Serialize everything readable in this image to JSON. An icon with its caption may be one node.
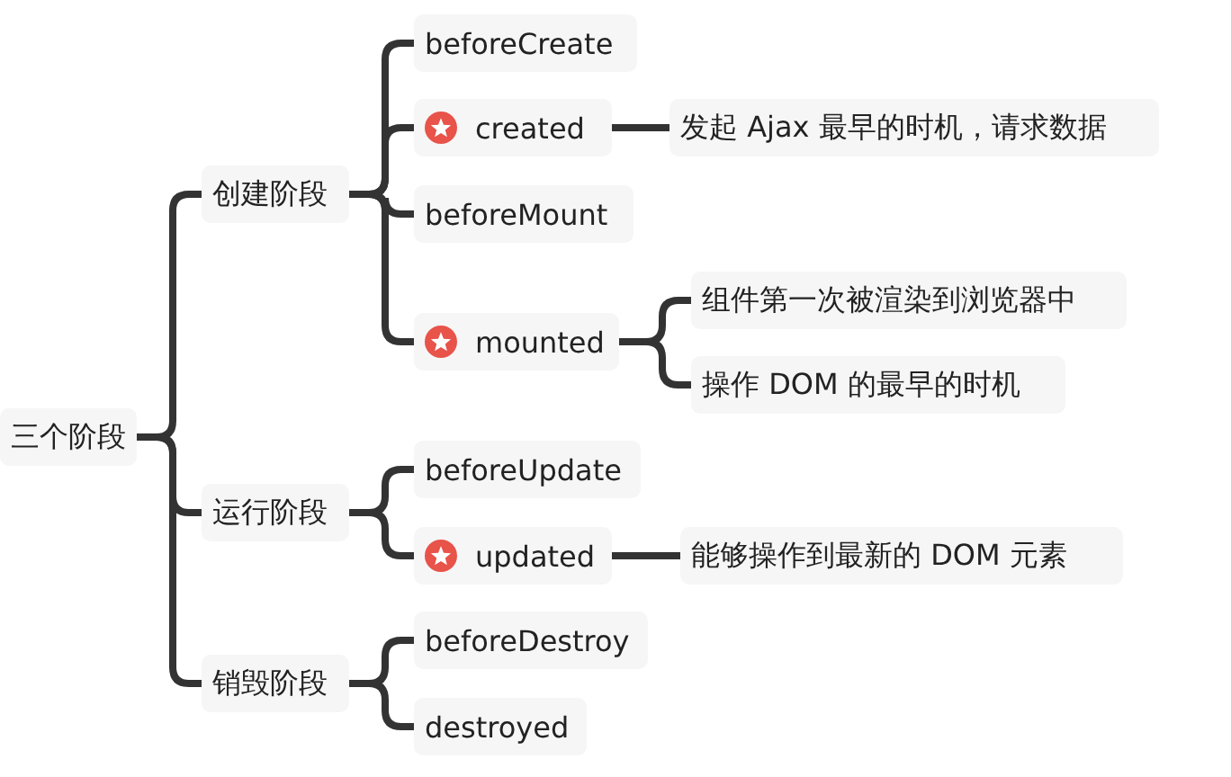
{
  "diagram": {
    "nodes": [
      {
        "text": [
          "三个阶段"
        ]
      },
      {
        "text": [
          "创建阶段"
        ]
      },
      {
        "text": [
          "运行阶段"
        ]
      },
      {
        "text": [
          "销毁阶段"
        ]
      },
      {
        "text": [
          "beforeCreate"
        ]
      },
      {
        "text": [
          "created"
        ]
      },
      {
        "text": [
          "beforeMount"
        ]
      },
      {
        "text": [
          "mounted"
        ]
      },
      {
        "text": [
          "beforeUpdate"
        ]
      },
      {
        "text": [
          "updated"
        ]
      },
      {
        "text": [
          "beforeDestroy"
        ]
      },
      {
        "text": [
          "destroyed"
        ]
      },
      {
        "text": [
          "发起 Ajax 最早的时机，请求数据"
        ]
      },
      {
        "text": [
          "组件第一次被渲染到浏览器中"
        ]
      },
      {
        "text": [
          "操作 DOM 的最早的时机"
        ]
      },
      {
        "text": [
          "能够操作到最新的 DOM 元素"
        ]
      }
    ],
    "edges": [
      {
        "from": 0,
        "to": 1,
        "arrow": "none"
      },
      {
        "from": 0,
        "to": 2,
        "arrow": "none"
      },
      {
        "from": 0,
        "to": 3,
        "arrow": "none"
      },
      {
        "from": 1,
        "to": 4,
        "arrow": "none"
      },
      {
        "from": 1,
        "to": 5,
        "arrow": "none"
      },
      {
        "from": 1,
        "to": 6,
        "arrow": "none"
      },
      {
        "from": 1,
        "to": 7,
        "arrow": "none"
      },
      {
        "from": 2,
        "to": 8,
        "arrow": "none"
      },
      {
        "from": 2,
        "to": 9,
        "arrow": "none"
      },
      {
        "from": 3,
        "to": 10,
        "arrow": "none"
      },
      {
        "from": 3,
        "to": 11,
        "arrow": "none"
      },
      {
        "from": 5,
        "to": 12,
        "arrow": "none"
      },
      {
        "from": 7,
        "to": 13,
        "arrow": "none"
      },
      {
        "from": 7,
        "to": 14,
        "arrow": "none"
      },
      {
        "from": 9,
        "to": 15,
        "arrow": "none"
      }
    ]
  }
}
